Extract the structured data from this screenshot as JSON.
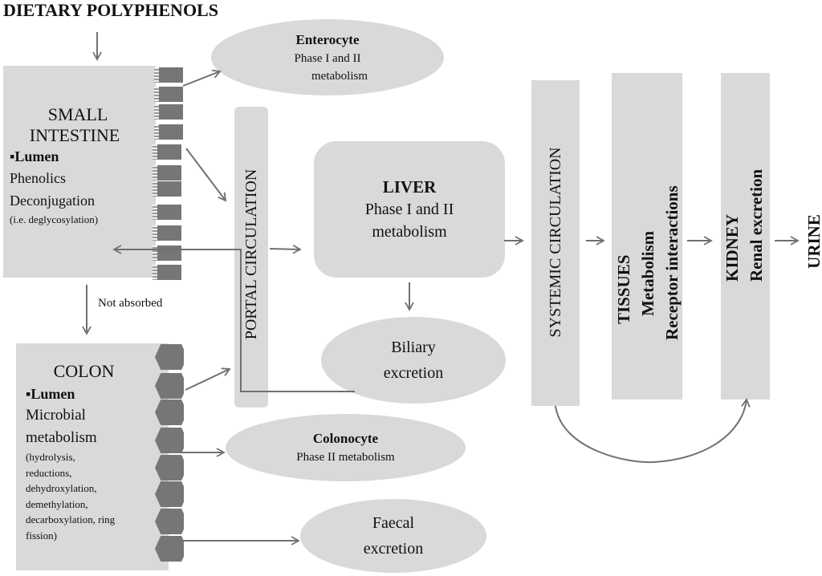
{
  "title": "DIETARY POLYPHENOLS",
  "small_intestine": {
    "heading_line1": "SMALL",
    "heading_line2": "INTESTINE",
    "bullet": "▪Lumen",
    "line1": "Phenolics",
    "line2": "Deconjugation",
    "line3": "(i.e. deglycosylation)"
  },
  "enterocyte": {
    "heading": "Enterocyte",
    "line1": "Phase I and II",
    "line2": "metabolism"
  },
  "portal_circulation": "PORTAL CIRCULATION",
  "liver": {
    "heading": "LIVER",
    "line1": "Phase I and II",
    "line2": "metabolism"
  },
  "biliary": {
    "line1": "Biliary",
    "line2": "excretion"
  },
  "not_absorbed": "Not absorbed",
  "colon": {
    "heading": "COLON",
    "bullet": "▪Lumen",
    "line1": "Microbial",
    "line2": "metabolism",
    "details": [
      "(hydrolysis,",
      "reductions,",
      "dehydroxylation,",
      "demethylation,",
      "decarboxylation, ring",
      "fission)"
    ]
  },
  "colonocyte": {
    "heading": "Colonocyte",
    "line1": "Phase II metabolism"
  },
  "faecal": {
    "line1": "Faecal",
    "line2": "excretion"
  },
  "systemic_circulation": "SYSTEMIC CIRCULATION",
  "tissues": {
    "heading": "TISSUES",
    "line1": "Metabolism",
    "line2": "Receptor interactions"
  },
  "kidney": {
    "heading": "KIDNEY",
    "line1": "Renal excretion"
  },
  "urine": "URINE",
  "colors": {
    "box_fill": "#d9d9d9",
    "arrow": "#707070",
    "villi": "#767676"
  }
}
